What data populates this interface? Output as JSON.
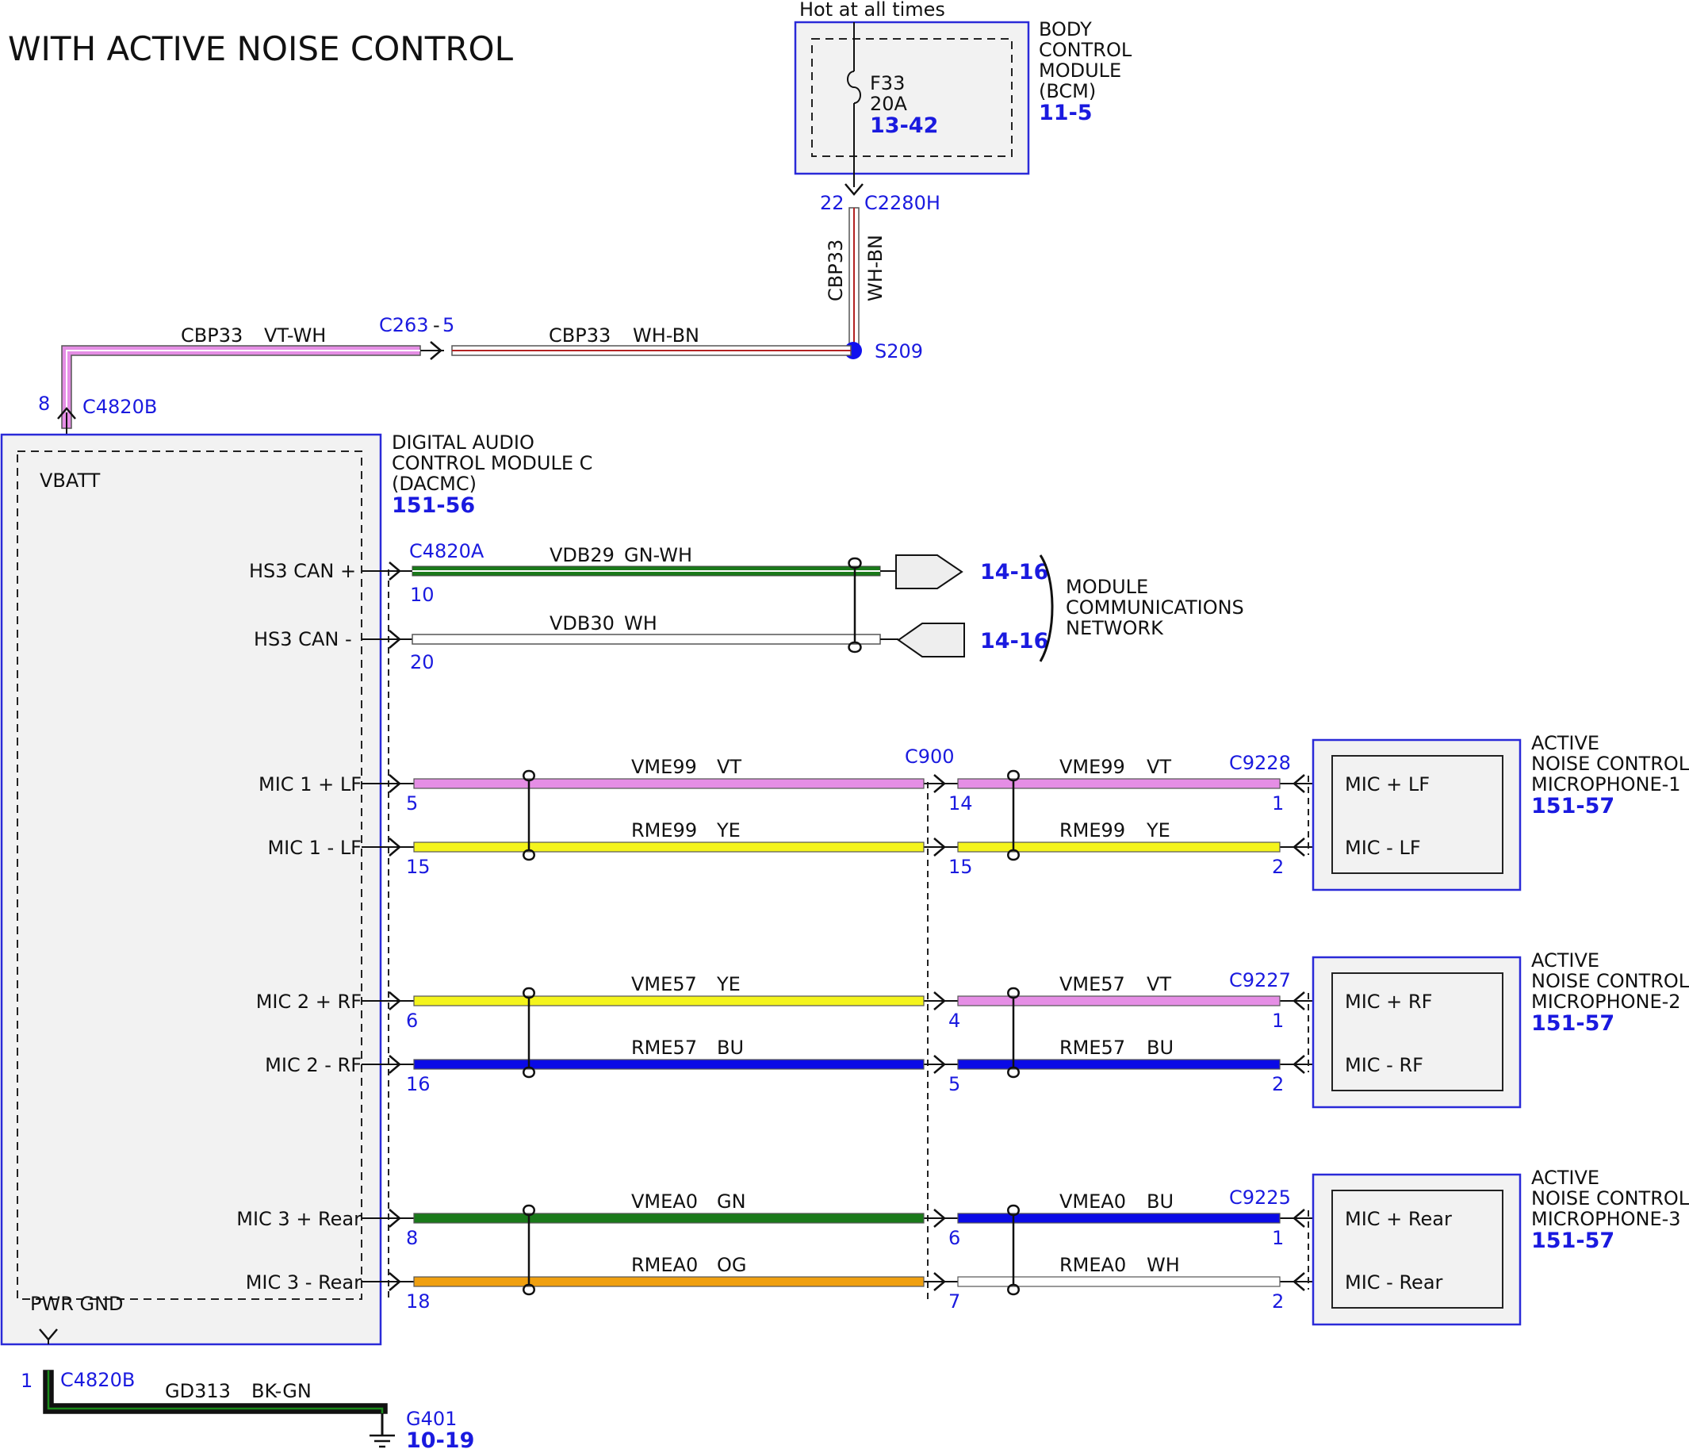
{
  "title": "WITH ACTIVE NOISE CONTROL",
  "power": {
    "label": "Hot at all times",
    "fuse_name": "F33",
    "fuse_rating": "20A",
    "fuse_ref": "13-42",
    "bcm_connector_pin": "22",
    "bcm_connector": "C2280H"
  },
  "bcm": {
    "line1": "BODY",
    "line2": "CONTROL",
    "line3": "MODULE",
    "line4": "(BCM)",
    "ref": "11-5"
  },
  "dacmc": {
    "line1": "DIGITAL AUDIO",
    "line2": "CONTROL MODULE C",
    "line3": "(DACMC)",
    "ref": "151-56",
    "vbatt": "VBATT",
    "pwr_gnd": "PWR GND"
  },
  "supply": {
    "vertical_circuit": "CBP33",
    "vertical_color": "WH-BN",
    "splice": "S209",
    "inline_connector": "C263",
    "inline_pin": "5",
    "right_circuit": "CBP33",
    "right_color": "WH-BN",
    "left_circuit": "CBP33",
    "left_color": "VT-WH",
    "module_pin": "8",
    "module_connector": "C4820B"
  },
  "can": {
    "connector": "C4820A",
    "plus_label": "HS3 CAN +",
    "plus_pin": "10",
    "plus_circuit": "VDB29",
    "plus_color": "GN-WH",
    "plus_ref": "14-16",
    "minus_label": "HS3 CAN -",
    "minus_pin": "20",
    "minus_circuit": "VDB30",
    "minus_color": "WH",
    "minus_ref": "14-16",
    "network_line1": "MODULE",
    "network_line2": "COMMUNICATIONS",
    "network_line3": "NETWORK"
  },
  "inline_c900": "C900",
  "mics": [
    {
      "plus_label": "MIC 1 + LF",
      "minus_label": "MIC 1 - LF",
      "plus_pin": "5",
      "minus_pin": "15",
      "plus_circuit": "VME99",
      "plus_color": "VT",
      "minus_circuit": "RME99",
      "minus_color": "YE",
      "c900_plus_pin": "14",
      "c900_minus_pin": "15",
      "plus_circuit_r": "VME99",
      "plus_color_r": "VT",
      "minus_circuit_r": "RME99",
      "minus_color_r": "YE",
      "connector": "C9228",
      "dev_plus_pin": "1",
      "dev_minus_pin": "2",
      "dev_plus_label": "MIC + LF",
      "dev_minus_label": "MIC - LF",
      "name1": "ACTIVE",
      "name2": "NOISE CONTROL",
      "name3": "MICROPHONE-1",
      "ref": "151-57",
      "wire_colors": {
        "left_plus": "#e58ee5",
        "left_minus": "#f4f41c",
        "right_plus": "#e58ee5",
        "right_minus": "#f4f41c"
      }
    },
    {
      "plus_label": "MIC 2 + RF",
      "minus_label": "MIC 2 - RF",
      "plus_pin": "6",
      "minus_pin": "16",
      "plus_circuit": "VME57",
      "plus_color": "YE",
      "minus_circuit": "RME57",
      "minus_color": "BU",
      "c900_plus_pin": "4",
      "c900_minus_pin": "5",
      "plus_circuit_r": "VME57",
      "plus_color_r": "VT",
      "minus_circuit_r": "RME57",
      "minus_color_r": "BU",
      "connector": "C9227",
      "dev_plus_pin": "1",
      "dev_minus_pin": "2",
      "dev_plus_label": "MIC + RF",
      "dev_minus_label": "MIC - RF",
      "name1": "ACTIVE",
      "name2": "NOISE CONTROL",
      "name3": "MICROPHONE-2",
      "ref": "151-57",
      "wire_colors": {
        "left_plus": "#f4f41c",
        "left_minus": "#0a0ae6",
        "right_plus": "#e58ee5",
        "right_minus": "#0a0ae6"
      }
    },
    {
      "plus_label": "MIC 3 + Rear",
      "minus_label": "MIC 3 - Rear",
      "plus_pin": "8",
      "minus_pin": "18",
      "plus_circuit": "VMEA0",
      "plus_color": "GN",
      "minus_circuit": "RMEA0",
      "minus_color": "OG",
      "c900_plus_pin": "6",
      "c900_minus_pin": "7",
      "plus_circuit_r": "VMEA0",
      "plus_color_r": "BU",
      "minus_circuit_r": "RMEA0",
      "minus_color_r": "WH",
      "connector": "C9225",
      "dev_plus_pin": "1",
      "dev_minus_pin": "2",
      "dev_plus_label": "MIC + Rear",
      "dev_minus_label": "MIC - Rear",
      "name1": "ACTIVE",
      "name2": "NOISE CONTROL",
      "name3": "MICROPHONE-3",
      "ref": "151-57",
      "wire_colors": {
        "left_plus": "#1a7a1a",
        "left_minus": "#f0a010",
        "right_plus": "#0a0ae6",
        "right_minus": "#ffffff"
      }
    }
  ],
  "ground": {
    "pin": "1",
    "connector": "C4820B",
    "circuit": "GD313",
    "color": "BK-GN",
    "point": "G401",
    "ref": "10-19"
  },
  "colors": {
    "module_border": "#2a2ad8",
    "module_fill": "#f2f2f2",
    "label_blue": "#1a1adf",
    "vt_wh": "#e58ee5",
    "wh_bn_stripe": "#b22222",
    "gn_wh": "#1a7a1a",
    "splice": "#1010ee",
    "bk_gn_stripe": "#1a8a1a"
  }
}
